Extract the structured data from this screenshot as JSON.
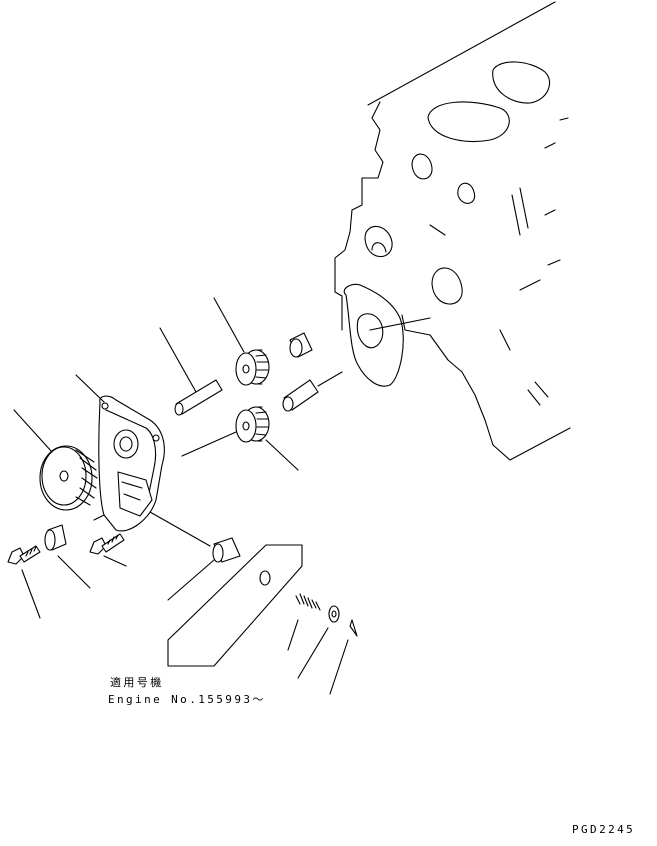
{
  "applicable_label": "適用号機",
  "engine_number": "Engine No.155993～",
  "drawing_code": "PGD2245"
}
